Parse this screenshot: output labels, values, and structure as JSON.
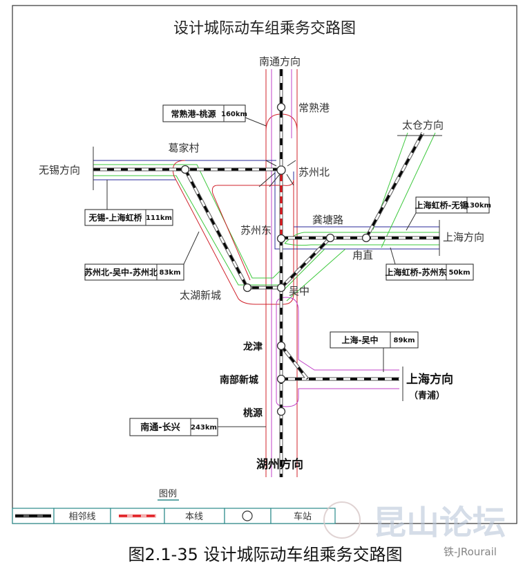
{
  "title": "设计城际动车组乘务交路图",
  "caption": "图2.1-35   设计城际动车组乘务交路图",
  "directions": {
    "nantong": "南通方向",
    "wuxi": "无锡方向",
    "taicang": "太仓方向",
    "shanghai_east": "上海方向",
    "shanghai_qingpu": "上海方向",
    "qingpu": "（青浦）",
    "huzhou": "湖州方向"
  },
  "stations": {
    "changshugang": "常熟港",
    "gejiacun": "葛家村",
    "suzhoubei": "苏州北",
    "suzhoudong": "苏州东",
    "gongtanglu": "龚塘路",
    "yongzhi": "甪直",
    "taihuxincheng": "太湖新城",
    "wuzhong": "吴中",
    "longjin": "龙津",
    "nanbuxincheng": "南部新城",
    "taoyuan": "桃源"
  },
  "routes": [
    {
      "name": "常熟港-桃源",
      "length": "160km"
    },
    {
      "name": "无锡-上海虹桥",
      "length": "111km"
    },
    {
      "name": "苏州北-吴中-苏州北",
      "length": "83km"
    },
    {
      "name": "上海虹桥-无锡",
      "length": "130km"
    },
    {
      "name": "上海虹桥-苏州东",
      "length": "50km"
    },
    {
      "name": "上海-吴中",
      "length": "89km"
    },
    {
      "name": "南通-长兴",
      "length": "243km"
    }
  ],
  "legend": {
    "title": "图例",
    "adjacent_line": "相邻线",
    "this_line": "本线",
    "station": "车站"
  },
  "watermark": {
    "text": "昆山论坛",
    "sub": "铁-JRourail"
  },
  "colors": {
    "this_line": "#e0161b",
    "adjacent_line": "#000000",
    "legend_border": "#2a8a8a"
  }
}
